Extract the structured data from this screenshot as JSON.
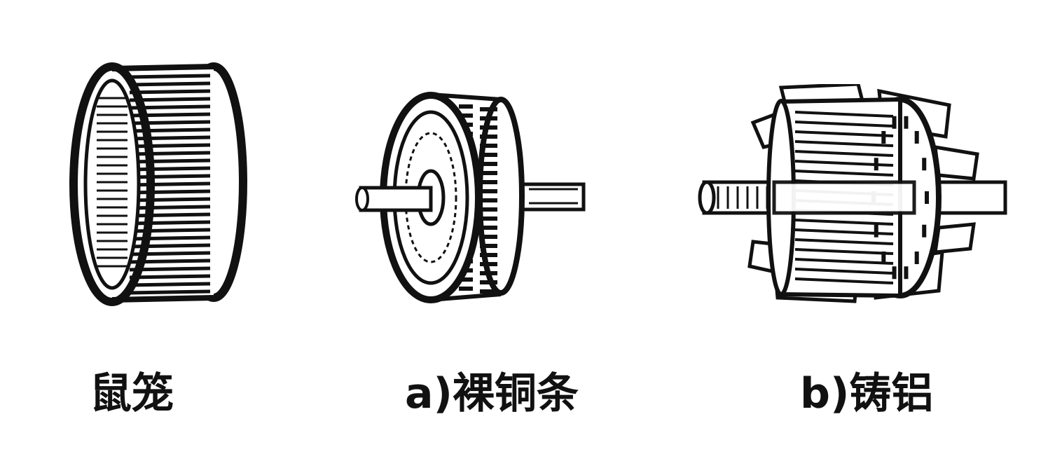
{
  "figures": [
    {
      "caption": "鼠笼",
      "illustration": "squirrel-cage-winding"
    },
    {
      "caption": "a)裸铜条",
      "illustration": "bare-copper-bar-rotor"
    },
    {
      "caption": "b)铸铝",
      "illustration": "cast-aluminum-rotor"
    }
  ],
  "colors": {
    "ink": "#111111",
    "paper": "#ffffff"
  }
}
